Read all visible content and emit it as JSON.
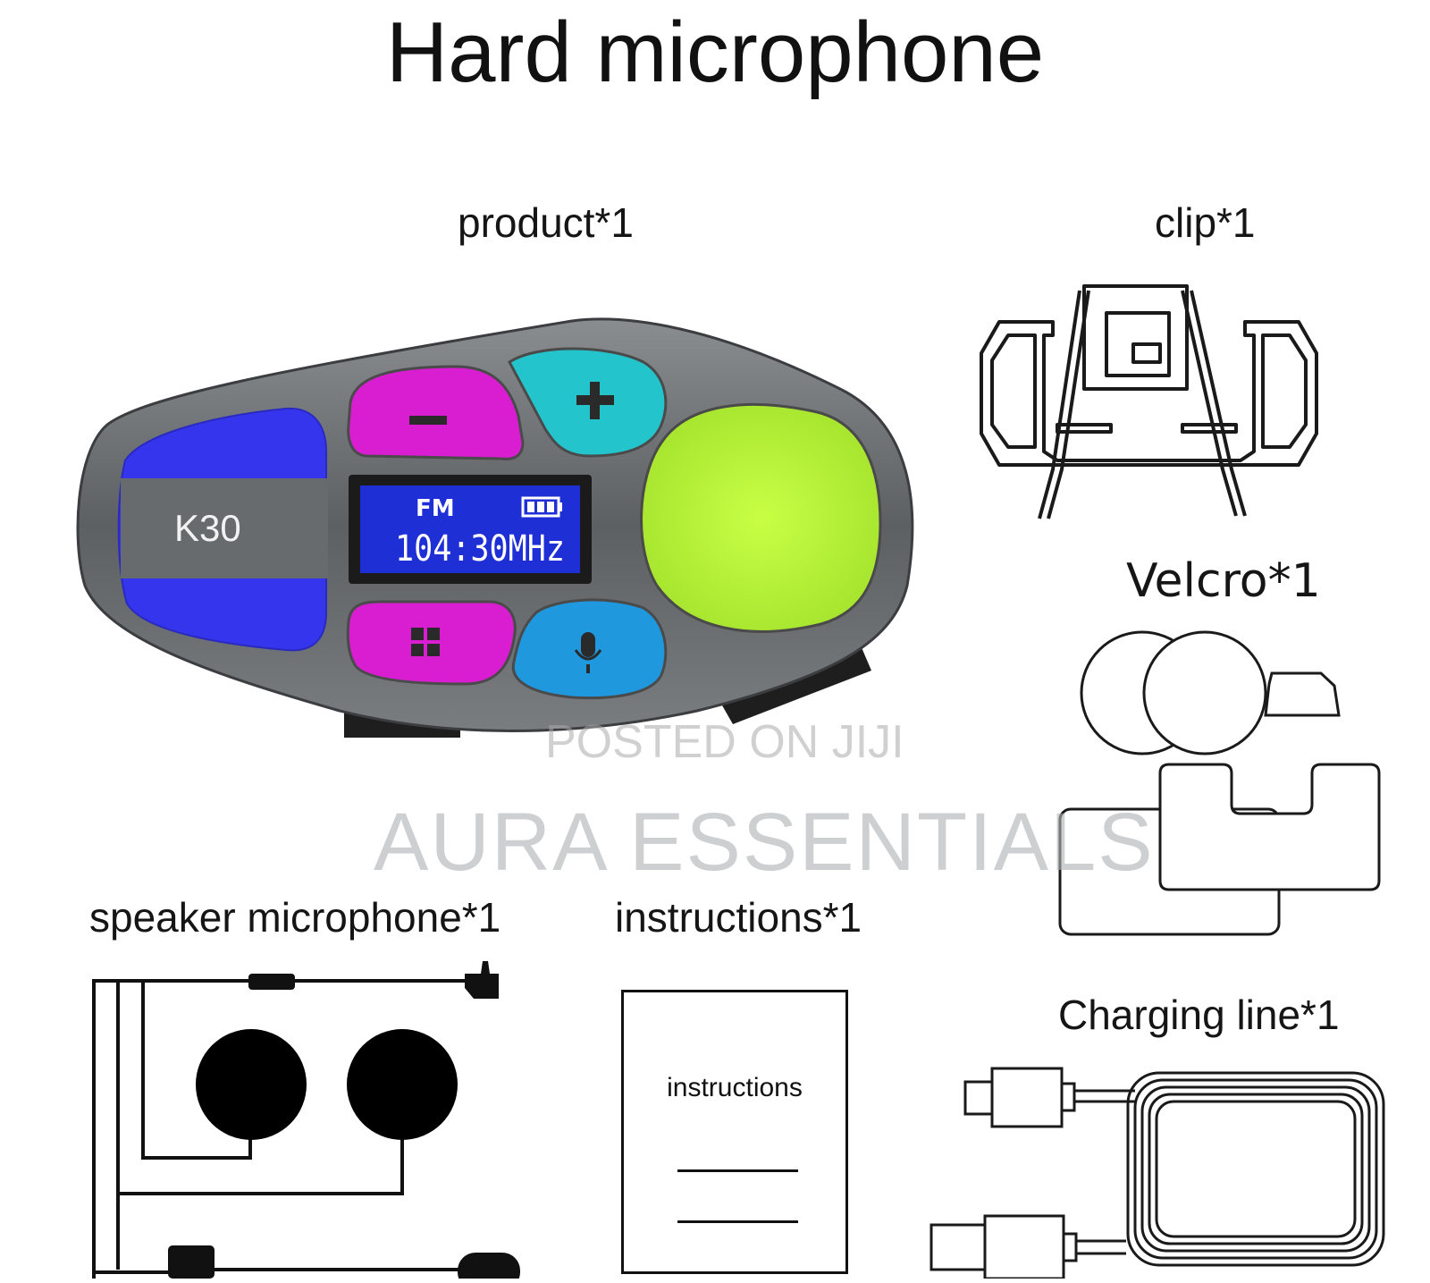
{
  "title": "Hard microphone",
  "items": {
    "product": "product*1",
    "clip": "clip*1",
    "velcro": "Velcro*1",
    "speaker_microphone": "speaker microphone*1",
    "instructions": "instructions*1",
    "charging_line": "Charging line*1"
  },
  "device": {
    "brand": "K30",
    "display_band": "FM",
    "display_frequency": "104:30MHz"
  },
  "instructions_sheet_text": "instructions",
  "watermarks": {
    "posted": "POSTED ON JIJI",
    "shop": "AURA ESSENTIALS"
  },
  "colors": {
    "button_magenta": "#d91ed1",
    "button_cyan": "#24c4cc",
    "button_blue": "#1f98dd",
    "side_blue": "#3535ee",
    "main_green": "#b8f03a",
    "body_gray": "#6f7275",
    "screen_blue": "#1f2fd6"
  }
}
